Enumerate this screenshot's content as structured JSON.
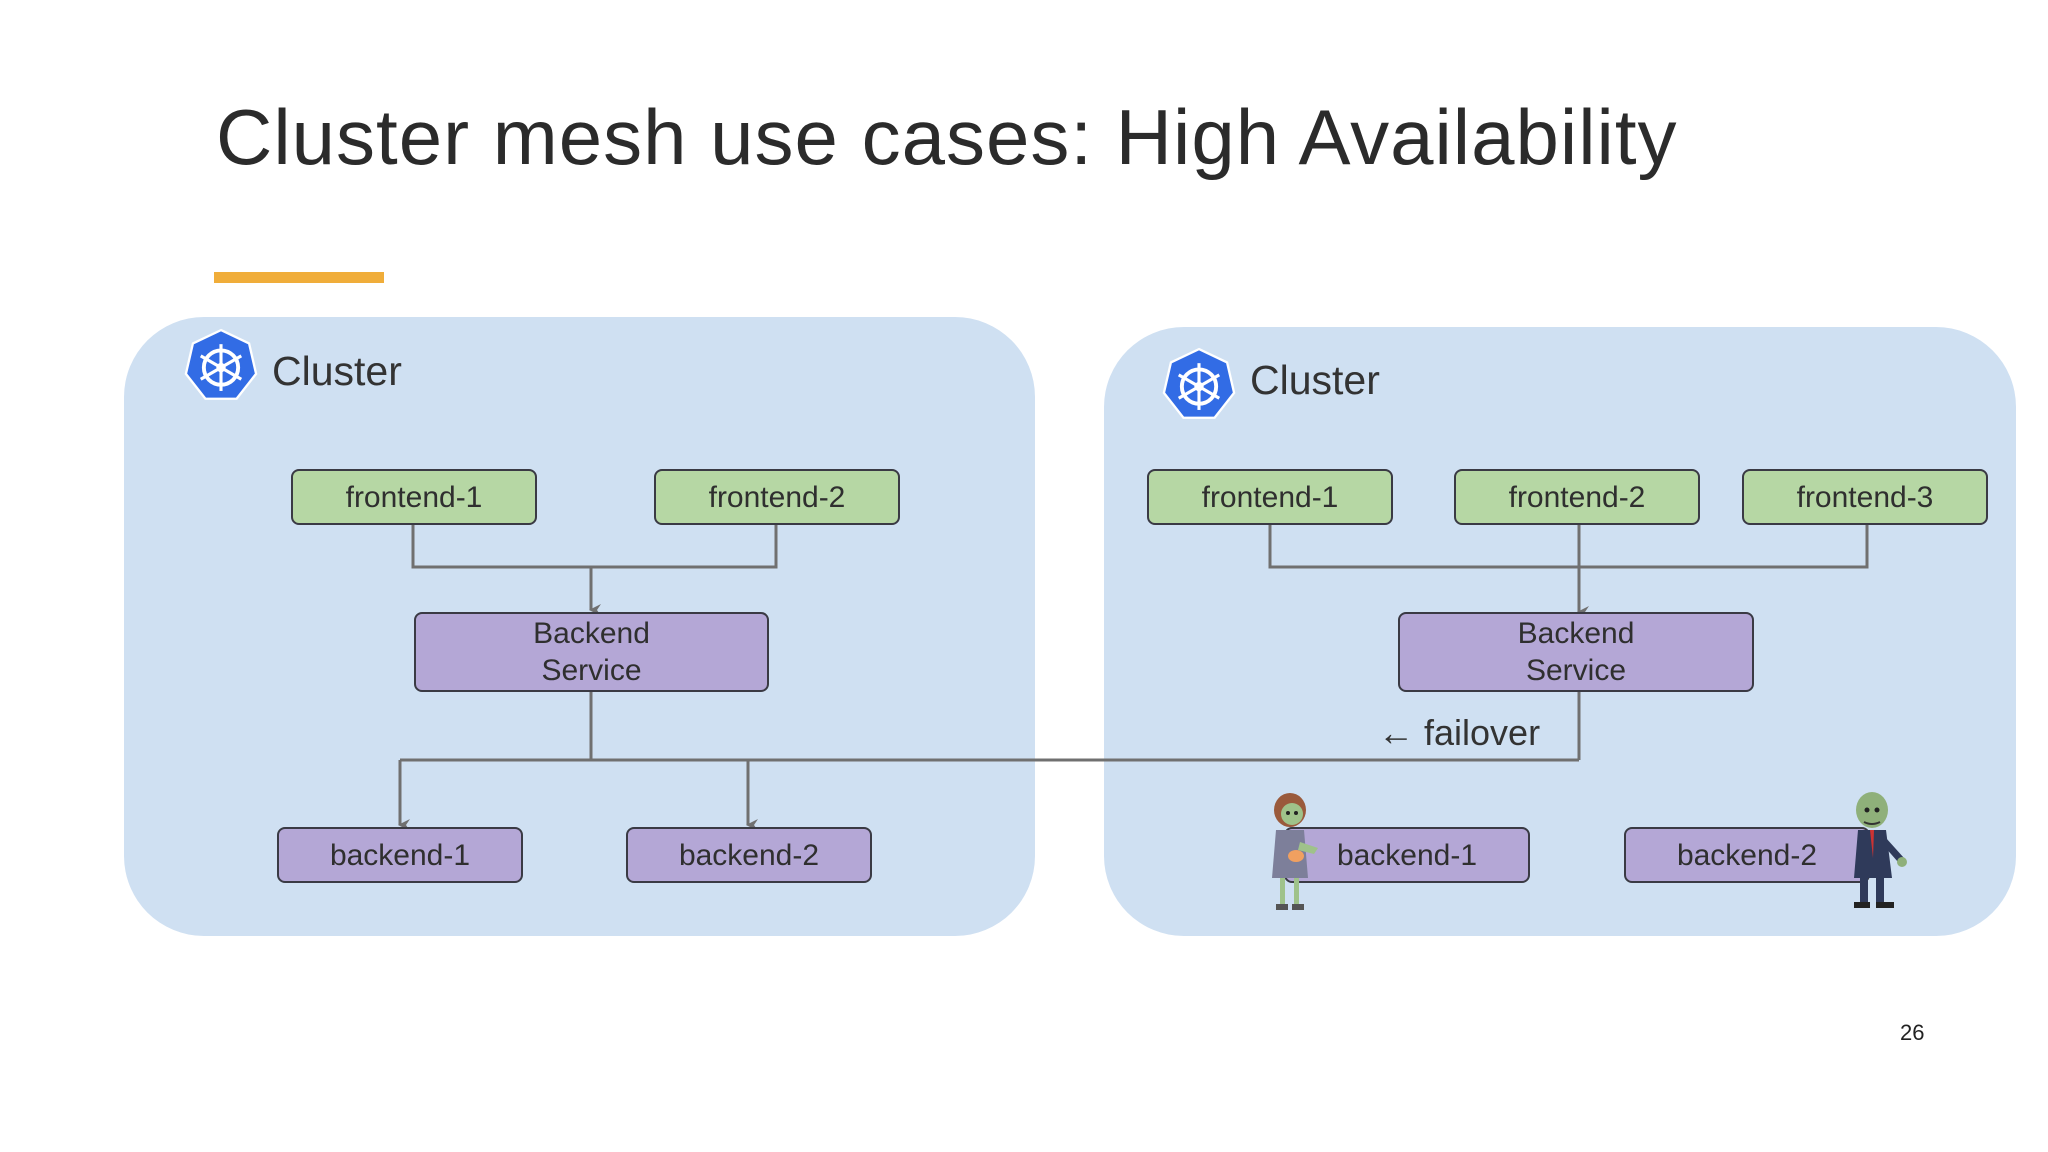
{
  "slide": {
    "title": "Cluster mesh use cases: High Availability",
    "page_number": "26",
    "accent_color": "#f0ad3a"
  },
  "colors": {
    "cluster_bg": "#cfe0f2",
    "frontend_box": "#b6d7a4",
    "backend_box": "#b4a7d6",
    "connector": "#707070",
    "kubernetes_logo": "#326ce5"
  },
  "left_cluster": {
    "label": "Cluster",
    "icon": "kubernetes-helm-icon",
    "frontends": [
      "frontend-1",
      "frontend-2"
    ],
    "service": {
      "line1": "Backend",
      "line2": "Service"
    },
    "backends": [
      "backend-1",
      "backend-2"
    ]
  },
  "right_cluster": {
    "label": "Cluster",
    "icon": "kubernetes-helm-icon",
    "frontends": [
      "frontend-1",
      "frontend-2",
      "frontend-3"
    ],
    "service": {
      "line1": "Backend",
      "line2": "Service"
    },
    "backends": [
      "backend-1",
      "backend-2"
    ],
    "failover_label": "← failover",
    "backend_state": "zombie-icons"
  }
}
